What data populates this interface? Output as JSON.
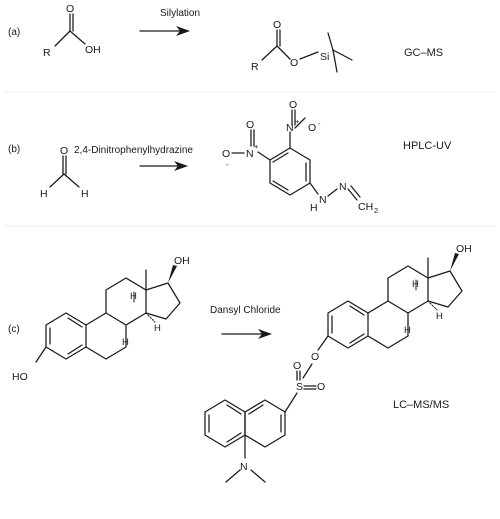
{
  "reactions": [
    {
      "label": "(a)",
      "reagent": "Silylation",
      "technique": "GC–MS",
      "reactant_atoms": {
        "r": "R",
        "o": "O",
        "oh": "OH"
      },
      "product_atoms": {
        "r": "R",
        "o1": "O",
        "o2": "O",
        "si": "Si"
      }
    },
    {
      "label": "(b)",
      "reagent": "2,4-Dinitrophenylhydrazine",
      "technique": "HPLC-UV",
      "reactant_atoms": {
        "o": "O",
        "h1": "H",
        "h2": "H"
      },
      "product_atoms": {
        "o_minus_1": "O",
        "minus_1": "-",
        "n1": "N",
        "plus_1": "+",
        "o1": "O",
        "o2": "O",
        "n2": "N",
        "plus_2": "+",
        "o_minus_2": "O",
        "minus_2": "-",
        "nh_h": "H",
        "nh_n": "N",
        "n3": "N",
        "ch2": "CH",
        "sub2": "2"
      }
    },
    {
      "label": "(c)",
      "reagent": "Dansyl Chloride",
      "technique": "LC–MS/MS",
      "reactant_atoms": {
        "ho": "HO",
        "oh": "OH",
        "h1": "H",
        "h2": "H",
        "h3": "H"
      },
      "product_atoms": {
        "oh": "OH",
        "o": "O",
        "s": "S",
        "so1": "O",
        "so2": "O",
        "n": "N",
        "h1": "H",
        "h2": "H",
        "h3": "H"
      }
    }
  ]
}
